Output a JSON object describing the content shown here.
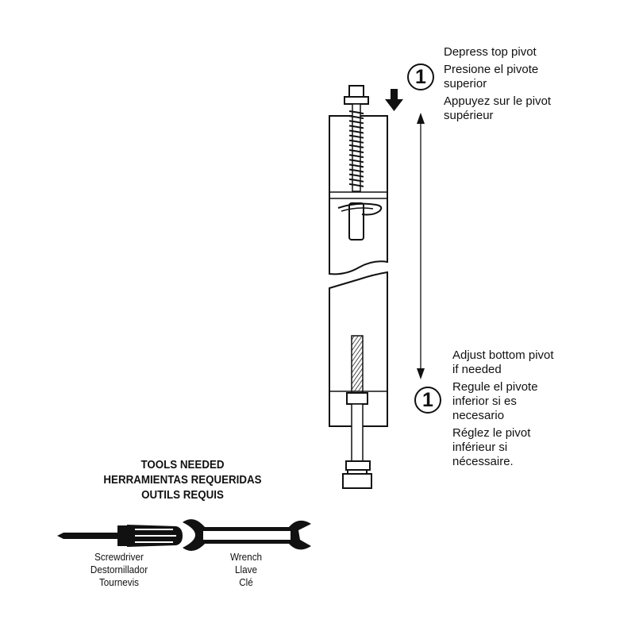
{
  "steps": [
    {
      "number": "1",
      "lines": [
        "Depress top pivot",
        "Presione el pivote",
        "superior",
        "Appuyez sur le pivot",
        "supérieur"
      ]
    },
    {
      "number": "1",
      "lines": [
        "Adjust bottom pivot",
        "if needed",
        "Regule el pivote",
        "inferior si es",
        "necesario",
        "Réglez le pivot",
        "inférieur si",
        "nécessaire."
      ]
    }
  ],
  "tools": {
    "title_lines": [
      "TOOLS NEEDED",
      "HERRAMIENTAS REQUERIDAS",
      "OUTILS REQUIS"
    ],
    "screwdriver": [
      "Screwdriver",
      "Destornillador",
      "Tournevis"
    ],
    "wrench": [
      "Wrench",
      "Llave",
      "Clé"
    ]
  },
  "icons": [
    "arrow-down-icon",
    "double-arrow-icon",
    "screwdriver-icon",
    "wrench-icon"
  ],
  "colors": {
    "ink": "#111111",
    "background": "#ffffff",
    "metal": "#ffffff"
  }
}
